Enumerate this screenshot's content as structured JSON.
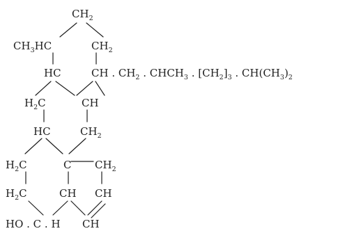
{
  "formula": {
    "atoms": {
      "ch2_top": {
        "main": "CH",
        "sub": "2"
      },
      "ch3hc": {
        "main": "CH",
        "sub": "3",
        "suffix": "HC"
      },
      "ch2_right_top": {
        "main": "CH",
        "sub": "2"
      },
      "hc_ring1": {
        "main": "HC"
      },
      "side_chain": {
        "segments": [
          {
            "text": "CH . CH"
          },
          {
            "sub": "2"
          },
          {
            "text": " . CHCH"
          },
          {
            "sub": "3"
          },
          {
            "text": " . [CH"
          },
          {
            "sub": "2"
          },
          {
            "text": "]"
          },
          {
            "sub": "3"
          },
          {
            "text": " . CH(CH"
          },
          {
            "sub": "3"
          },
          {
            "text": ")"
          },
          {
            "sub": "2"
          }
        ]
      },
      "h2c_ring2": {
        "prefix": "H",
        "sub": "2",
        "main": "C"
      },
      "ch_ring2": {
        "main": "CH"
      },
      "hc_ring2": {
        "main": "HC"
      },
      "ch2_ring2": {
        "main": "CH",
        "sub": "2"
      },
      "h2c_ring3a": {
        "prefix": "H",
        "sub": "2",
        "main": "C"
      },
      "c_quaternary": {
        "main": "C"
      },
      "ch2_ring3": {
        "main": "CH",
        "sub": "2"
      },
      "h2c_ring3b": {
        "prefix": "H",
        "sub": "2",
        "main": "C"
      },
      "ch_ring3": {
        "main": "CH"
      },
      "ch_ring3_right": {
        "main": "CH"
      },
      "ho_c_h": {
        "main": "HO . C . H"
      },
      "ch_bottom": {
        "main": "CH"
      }
    }
  }
}
